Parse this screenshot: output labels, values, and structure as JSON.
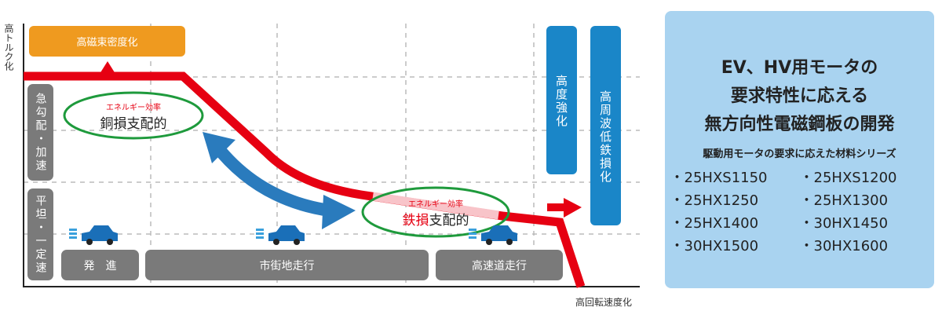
{
  "axes": {
    "y_label": "高トルク化",
    "x_label": "高回転速度化"
  },
  "top_box": "高磁束密度化",
  "side_boxes": [
    "急勾配・加速",
    "平坦・一定速"
  ],
  "bottom_boxes": [
    "発　進",
    "市街地走行",
    "高速道走行"
  ],
  "blue_boxes": [
    "高度強化",
    "高周波低鉄損化"
  ],
  "ellipse1": {
    "small": "エネルギー効率",
    "main": "銅損支配的"
  },
  "ellipse2": {
    "small": "エネルギー効率",
    "red": "鉄損",
    "main": "支配的"
  },
  "panel": {
    "title_lines": [
      "EV、HV用モータの",
      "要求特性に応える",
      "無方向性電磁鋼板の開発"
    ],
    "subtitle": "駆動用モータの要求に応えた材料シリーズ",
    "items": [
      "・25HXS1150",
      "・25HXS1200",
      "・25HX1250",
      "・25HX1300",
      "・25HX1400",
      "・30HX1450",
      "・30HX1500",
      "・30HX1600"
    ]
  },
  "colors": {
    "red": "#e60012",
    "orange": "#ef9a1f",
    "blue": "#1a86c8",
    "gray": "#7a7a7a",
    "green": "#1e9a3c",
    "panel": "#a9d3f0"
  }
}
